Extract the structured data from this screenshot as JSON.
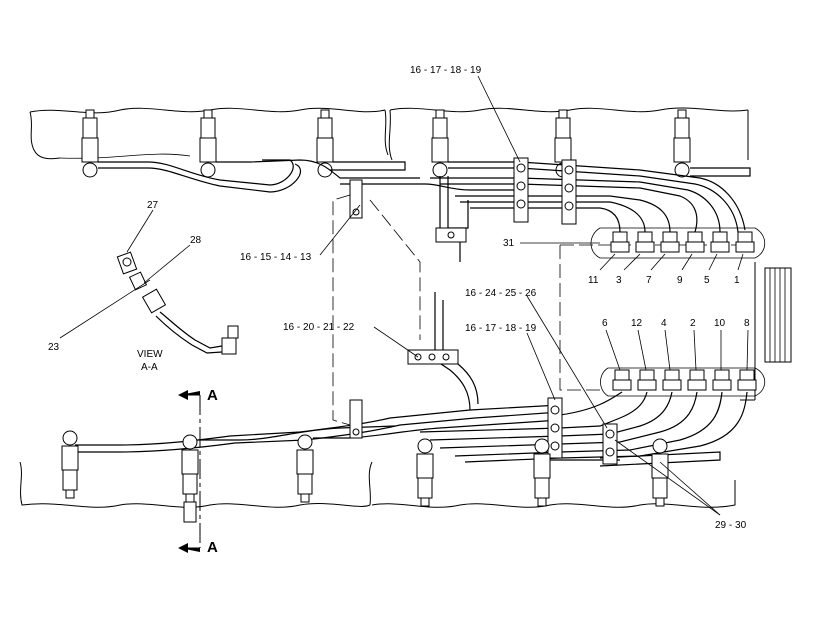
{
  "callouts": {
    "top_clamp": "16 - 17 - 18 - 19",
    "left_clamp": "16 - 15 - 14 - 13",
    "mid_clamp": "16 - 20 - 21 - 22",
    "lower_clamp_a": "16 - 24 - 25 - 26",
    "lower_clamp_b": "16 - 17 - 18 - 19",
    "fitting_row": "31",
    "lower_brackets": "29 - 30",
    "view_part_a": "27",
    "view_part_b": "28",
    "view_part_c": "23"
  },
  "view": {
    "title": "VIEW",
    "section": "A-A",
    "section_mark": "A"
  },
  "upper_fittings": [
    "11",
    "3",
    "7",
    "9",
    "5",
    "1"
  ],
  "lower_fittings": [
    "6",
    "12",
    "4",
    "2",
    "10",
    "8"
  ]
}
